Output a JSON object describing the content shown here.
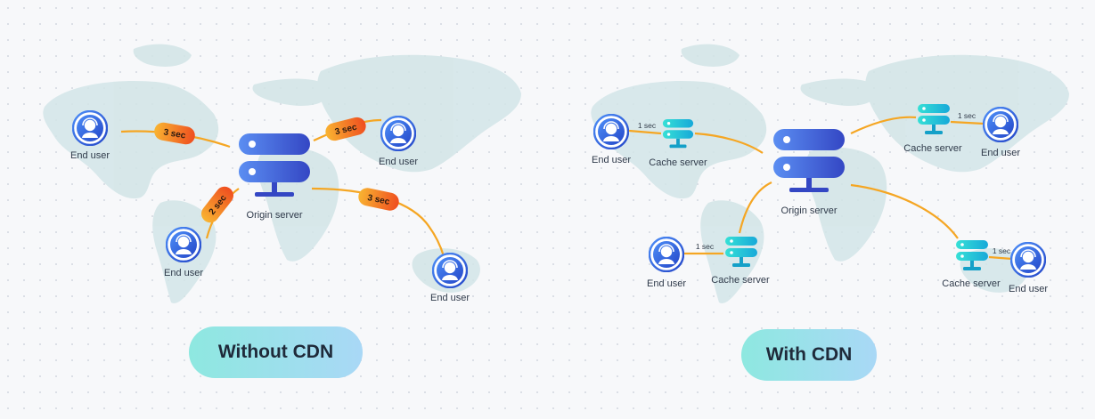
{
  "left_panel": {
    "origin_label": "Origin server",
    "end_user_label": "End user",
    "pills": [
      "3 sec",
      "3 sec",
      "2 sec",
      "3 sec"
    ],
    "button_label": "Without CDN"
  },
  "right_panel": {
    "origin_label": "Origin server",
    "end_user_label": "End user",
    "cache_label": "Cache server",
    "latency_label": "1 sec",
    "button_label": "With CDN"
  },
  "colors": {
    "server_blue": "#3d5fd4",
    "cache_cyan": "#1ccfd4",
    "user_blue": "#2f6cf0",
    "link_orange": "#f5a623",
    "pill_orange": "#f06a1c",
    "button_teal": "#8ee8e0"
  }
}
